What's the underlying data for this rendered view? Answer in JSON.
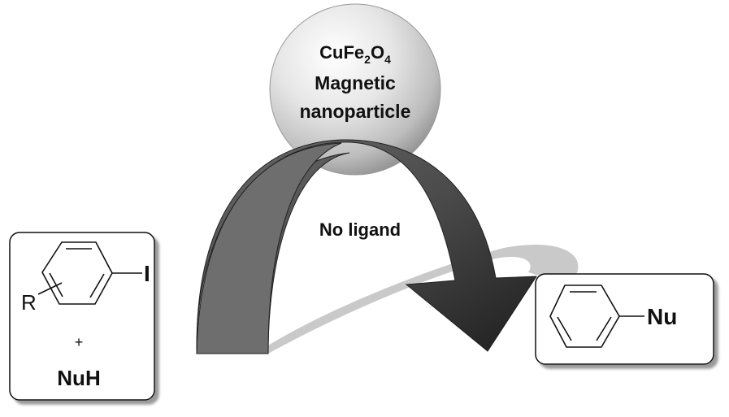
{
  "catalyst": {
    "formula_base1": "CuFe",
    "formula_sub1": "2",
    "formula_base2": "O",
    "formula_sub2": "4",
    "line2": "Magnetic",
    "line3": "nanoparticle"
  },
  "condition": "No ligand",
  "reactants": {
    "substituent": "R",
    "leaving_group": "I",
    "plus": "+",
    "nucleophile": "NuH"
  },
  "product": {
    "group": "Nu"
  }
}
